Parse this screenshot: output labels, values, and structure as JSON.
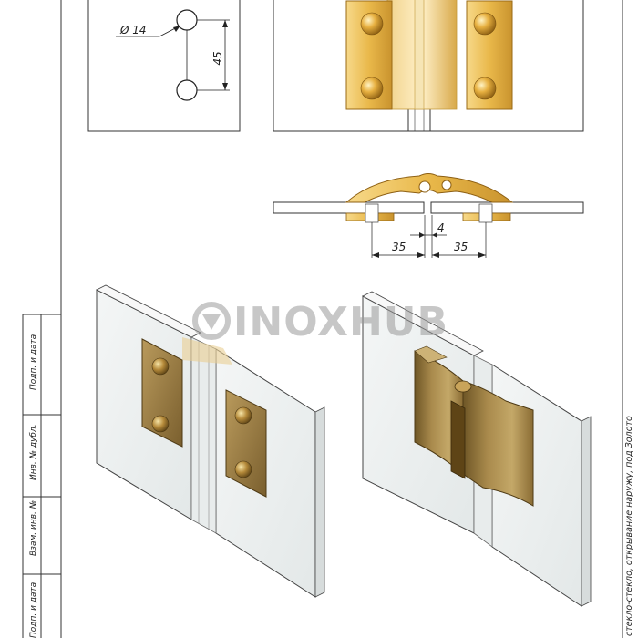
{
  "dimensions": {
    "hole_diameter": "Ø 14",
    "hole_spacing": "45",
    "gap": "4",
    "offset_left": "35",
    "offset_right": "35"
  },
  "watermark": {
    "text": "INOXHUB"
  },
  "title_block": {
    "sign_date_top": "Подп. и дата",
    "dup_inv": "Инв. № дубл.",
    "replace_inv": "Взам. инв. №",
    "sign_date_bottom": "Подп. и дата"
  },
  "side_note": "стекло-стекло, открывание наружу, под Золото",
  "colors": {
    "gold_face": "#e9b84a",
    "gold_dark": "#a8741c",
    "bronze": "#8a6f3c",
    "glass": "#eef2f2"
  }
}
